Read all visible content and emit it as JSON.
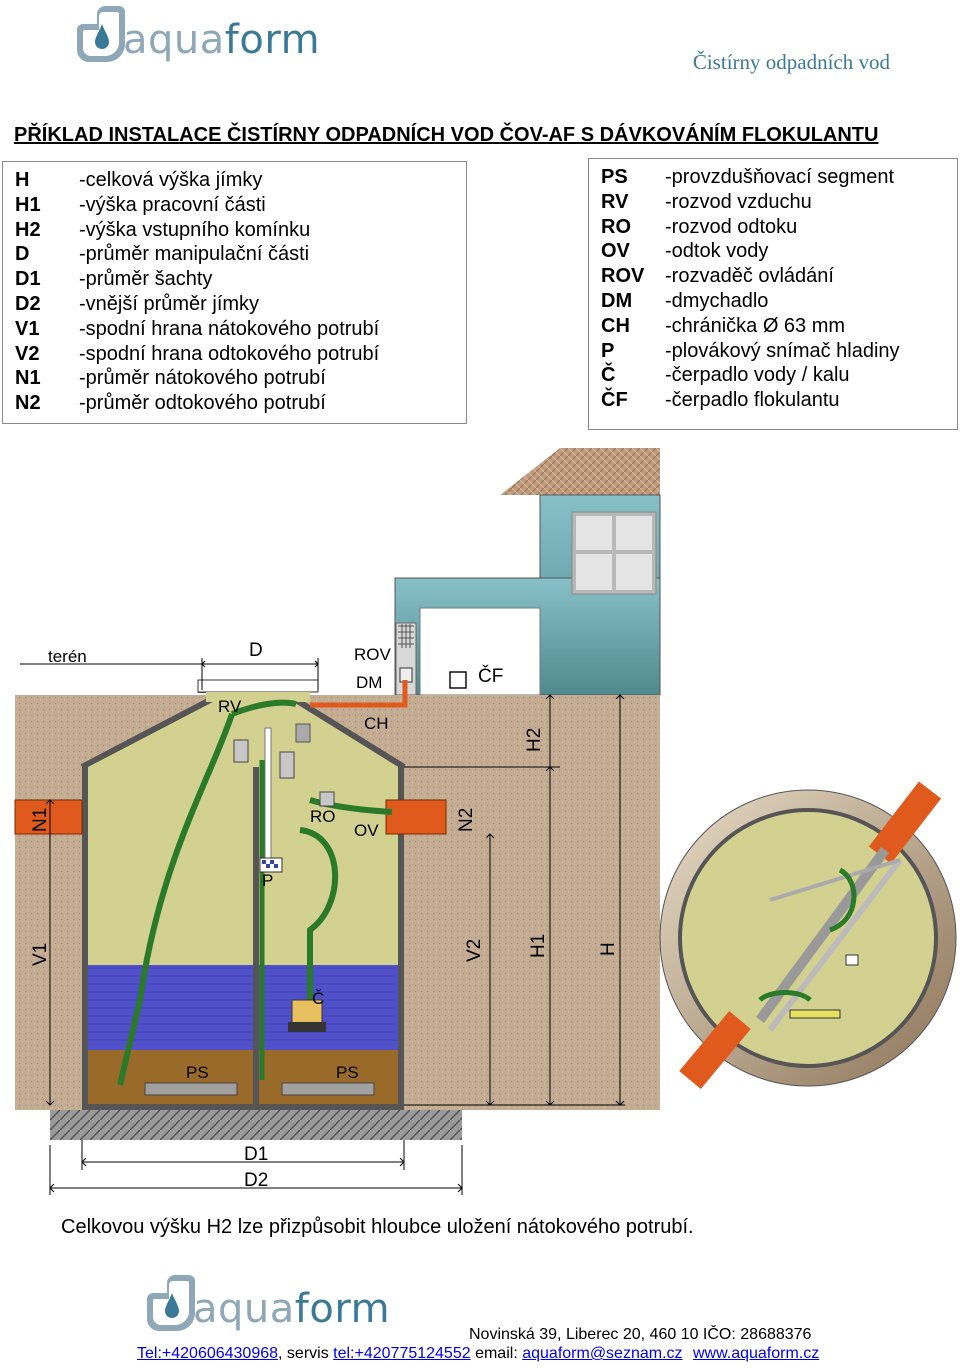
{
  "logo": {
    "part1": "aqua",
    "part2": "form"
  },
  "header": {
    "subtitle": "Čistírny odpadních vod"
  },
  "title": "PŘÍKLAD INSTALACE ČISTÍRNY ODPADNÍCH VOD ČOV-AF S DÁVKOVÁNÍM FLOKULANTU",
  "legend_left": [
    {
      "key": "H",
      "desc": "-celková výška jímky"
    },
    {
      "key": "H1",
      "desc": "-výška pracovní části"
    },
    {
      "key": "H2",
      "desc": "-výška vstupního komínku"
    },
    {
      "key": "D",
      "desc": "-průměr manipulační části"
    },
    {
      "key": "D1",
      "desc": "-průměr šachty"
    },
    {
      "key": "D2",
      "desc": "-vnější průměr jímky"
    },
    {
      "key": "V1",
      "desc": "-spodní hrana nátokového potrubí"
    },
    {
      "key": "V2",
      "desc": "-spodní hrana odtokového potrubí"
    },
    {
      "key": "N1",
      "desc": "-průměr nátokového potrubí"
    },
    {
      "key": "N2",
      "desc": "-průměr odtokového potrubí"
    }
  ],
  "legend_right": [
    {
      "key": "PS",
      "desc": "-provzdušňovací segment"
    },
    {
      "key": "RV",
      "desc": "-rozvod vzduchu"
    },
    {
      "key": "RO",
      "desc": "-rozvod odtoku"
    },
    {
      "key": "OV",
      "desc": "-odtok vody"
    },
    {
      "key": "ROV",
      "desc": "-rozvaděč ovládání"
    },
    {
      "key": "DM",
      "desc": "-dmychadlo"
    },
    {
      "key": "CH",
      "desc": "-chránička Ø 63 mm"
    },
    {
      "key": "P",
      "desc": "-plovákový snímač hladiny"
    },
    {
      "key": "Č",
      "desc": "-čerpadlo vody / kalu"
    },
    {
      "key": "ČF",
      "desc": "-čerpadlo flokulantu"
    }
  ],
  "diagram_labels": {
    "teren": "terén",
    "D": "D",
    "ROV": "ROV",
    "DM": "DM",
    "CF": "ČF",
    "RV": "RV",
    "CH": "CH",
    "H2": "H2",
    "N1": "N1",
    "N2": "N2",
    "RO": "RO",
    "OV": "OV",
    "P": "P",
    "V1": "V1",
    "V2": "V2",
    "H1": "H1",
    "H": "H",
    "C": "Č",
    "PS_left": "PS",
    "PS_right": "PS",
    "D1": "D1",
    "D2": "D2"
  },
  "note": "Celkovou výšku H2  lze přizpůsobit hloubce uložení nátokového potrubí.",
  "footer": {
    "address": "Novinská 39, Liberec 20, 460 10  IČO: 28688376",
    "tel1": "Tel:+420606430968",
    "servis_label": ", servis",
    "tel2": "tel:+420775124552",
    "email_label": "email:",
    "email": "aquaform@seznam.cz",
    "web": "www.aquaform.cz"
  },
  "colors": {
    "brand_light": "#8fa8b7",
    "brand_dark": "#3b7a96",
    "soil": "#c4ac93",
    "water": "#5050c8",
    "sludge": "#9a6a2a",
    "tank": "#d3d190",
    "pipe_green": "#2a7a2a",
    "pipe_orange": "#e05a1e",
    "house": "#7fb7bd",
    "roof": "#c09a7c"
  }
}
